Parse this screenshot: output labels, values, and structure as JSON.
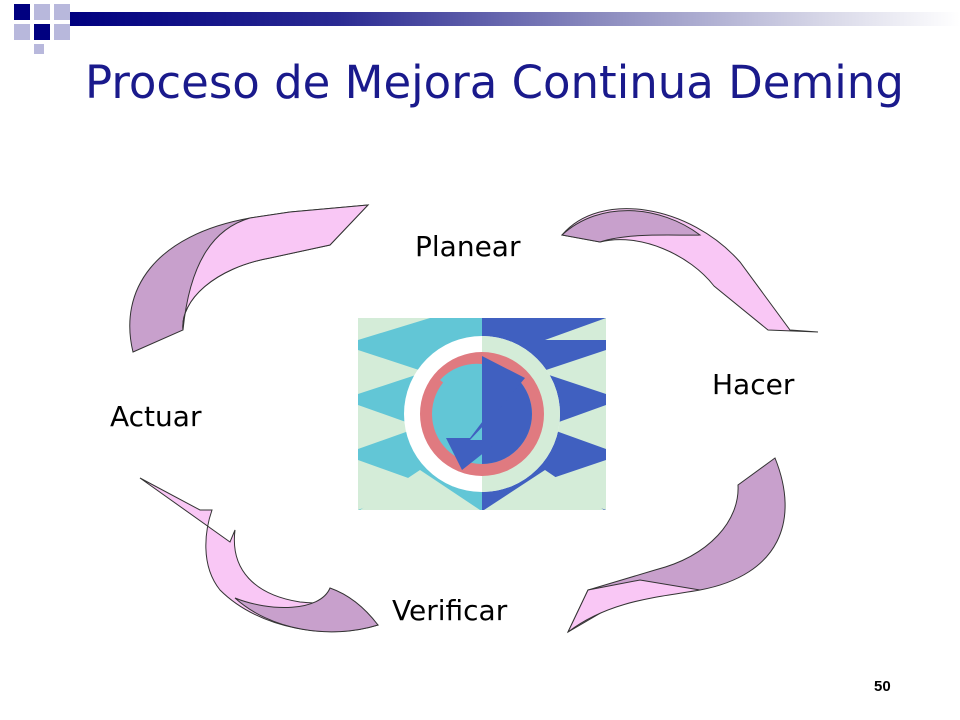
{
  "slide": {
    "title": "Proceso de Mejora Continua Deming",
    "cycle_steps": {
      "plan": "Planear",
      "do": "Hacer",
      "check": "Verificar",
      "act": "Actuar"
    },
    "page_number": "50"
  },
  "colors": {
    "title": "#1a1a8c",
    "header_bar": "#000080",
    "arrow_light": "#f9c7f5",
    "arrow_dark": "#c8a0cc",
    "logo_cyan": "#62c6d6",
    "logo_blue": "#4060c0",
    "logo_mint": "#d4ecd8",
    "logo_pink": "#e07a80"
  },
  "icons": {
    "center_graphic": "refresh-cycle-icon",
    "arrows": "curved-arrow-icon"
  }
}
